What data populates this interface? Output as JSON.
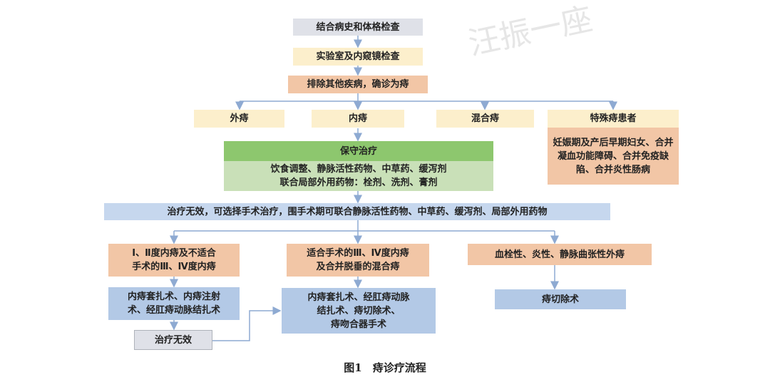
{
  "boxes": {
    "history": "结合病史和体格检查",
    "lab": "实验室及内窥镜检查",
    "exclude": "排除其他疾病，确诊为痔",
    "external": "外痔",
    "internal": "内痔",
    "mixed": "混合痔",
    "special_title": "特殊痔患者",
    "special_body": "妊娠期及产后早期妇女、合并凝血功能障碍、合并免疫缺陷、合并炎性肠病",
    "conservative_title": "保守治疗",
    "conservative_line1": "饮食调整、静脉活性药物、中草药、缓泻剂",
    "conservative_line2": "联合局部外用药物：栓剂、洗剂、膏剂",
    "ineffective_banner": "治疗无效，可选择手术治疗，围手术期可联合静脉活性药物、中草药、缓泻剂、局部外用药物",
    "left_cond_line1": "Ⅰ、Ⅱ度内痔及不适合",
    "left_cond_line2": "手术的Ⅲ、Ⅳ度内痔",
    "mid_cond_line1": "适合手术的Ⅲ、Ⅳ度内痔",
    "mid_cond_line2": "及合并脱垂的混合痔",
    "right_cond": "血栓性、炎性、静脉曲张性外痔",
    "left_proc_line1": "内痔套扎术、内痔注射",
    "left_proc_line2": "术、经肛痔动脉结扎术",
    "mid_proc_line1": "内痔套扎术、经肛痔动脉",
    "mid_proc_line2": "结扎术、痔切除术、",
    "mid_proc_line3": "痔吻合器手术",
    "right_proc": "痔切除术",
    "left_fail": "治疗无效"
  },
  "caption": "图1　痔诊疗流程",
  "watermark": "汪振一座",
  "colors": {
    "gray": "#dfe1e8",
    "yellow": "#fcefcc",
    "orange": "#f2c6a6",
    "green": "#8dc76e",
    "light_green": "#c9e0b8",
    "blue": "#b3c9e6",
    "arrow": "#8eaad2"
  }
}
